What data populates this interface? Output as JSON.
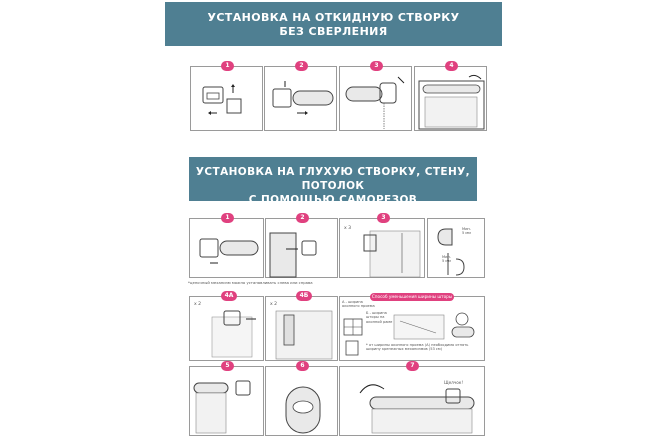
{
  "section1": {
    "title_line1": "УСТАНОВКА НА ОТКИДНУЮ СТВОРКУ",
    "title_line2": "БЕЗ СВЕРЛЕНИЯ",
    "steps": [
      "1",
      "2",
      "3",
      "4"
    ]
  },
  "section2": {
    "title_line1": "УСТАНОВКА НА ГЛУХУЮ СТВОРКУ, СТЕНУ, ПОТОЛОК",
    "title_line2": "С ПОМОЩЬЮ САМОРЕЗОВ",
    "row1_steps": [
      "1",
      "2",
      "3"
    ],
    "row1_footnote": "*цепочный механизм можно устанавливать слева или справа",
    "multiplier_x3": "x 3",
    "min_label_1": "Мин.\n5 мм",
    "min_label_2": "Мин.\n5 мм",
    "row2_steps": [
      "4А",
      "4Б"
    ],
    "multiplier_x2a": "x 2",
    "multiplier_x2b": "x 2",
    "width_method_label": "Способ уменьшения ширины шторы",
    "label_a": "А - ширина оконного проема",
    "label_b": "Б - ширина шторы на оконной раме",
    "width_note": "* от ширины оконного проема (А) необходимо отнять ширину крепежных механизмов (53 см)",
    "row3_steps": [
      "5",
      "6",
      "7"
    ],
    "click_label": "Щелчок!"
  }
}
